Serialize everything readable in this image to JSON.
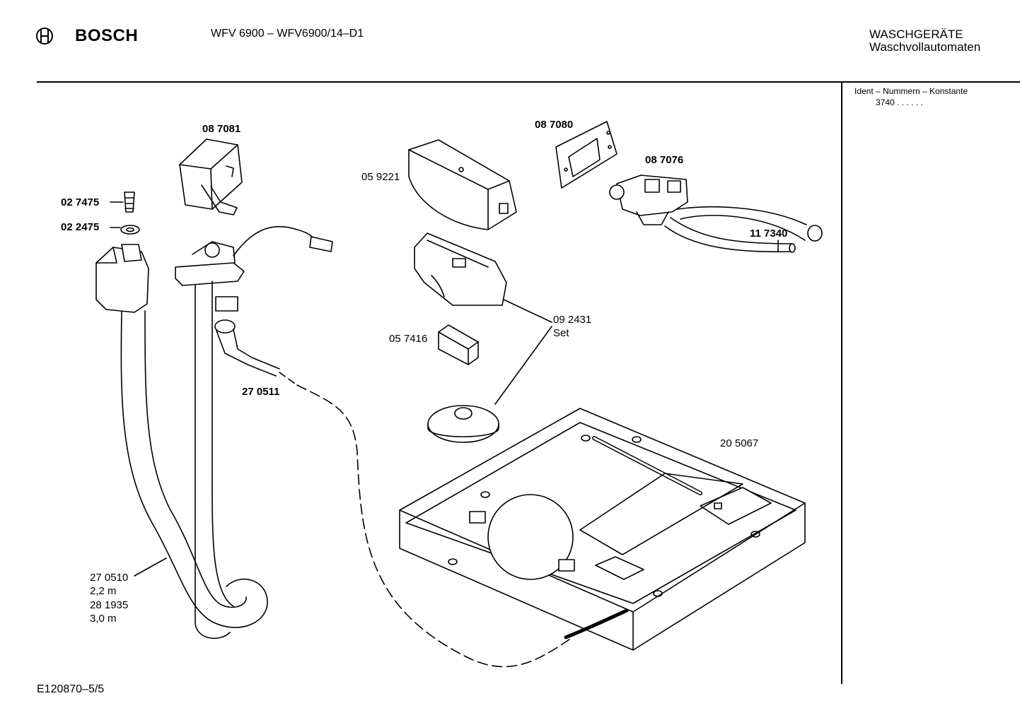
{
  "header": {
    "brand": "BOSCH",
    "model": "WFV 6900 – WFV6900/14–D1",
    "category_line1": "WASCHGERÄTE",
    "category_line2": "Waschvollautomaten"
  },
  "sidebar": {
    "ident_label": "Ident – Nummern – Konstante",
    "ident_value": "3740  .   .    .  .  .  ."
  },
  "footer": {
    "code": "E120870–5/5"
  },
  "parts": [
    {
      "id": "p_087081",
      "number": "08 7081",
      "bold": true
    },
    {
      "id": "p_027475",
      "number": "02 7475",
      "bold": true
    },
    {
      "id": "p_022475",
      "number": "02 2475",
      "bold": true
    },
    {
      "id": "p_059221",
      "number": "05 9221",
      "bold": false
    },
    {
      "id": "p_087080",
      "number": "08 7080",
      "bold": true
    },
    {
      "id": "p_087076",
      "number": "08 7076",
      "bold": true
    },
    {
      "id": "p_117340",
      "number": "11 7340",
      "bold": true
    },
    {
      "id": "p_092431",
      "number": "09 2431",
      "note": "Set",
      "bold": false
    },
    {
      "id": "p_057416",
      "number": "05 7416",
      "bold": false
    },
    {
      "id": "p_270511",
      "number": "27 0511",
      "bold": true
    },
    {
      "id": "p_205067",
      "number": "20 5067",
      "bold": false
    },
    {
      "id": "p_270510",
      "number": "27 0510",
      "note": "2,2 m",
      "bold": false
    },
    {
      "id": "p_281935",
      "number": "28 1935",
      "note": "3,0 m",
      "bold": false
    }
  ],
  "colors": {
    "line": "#000000",
    "paper": "#ffffff",
    "shade": "#e6e6e6"
  }
}
